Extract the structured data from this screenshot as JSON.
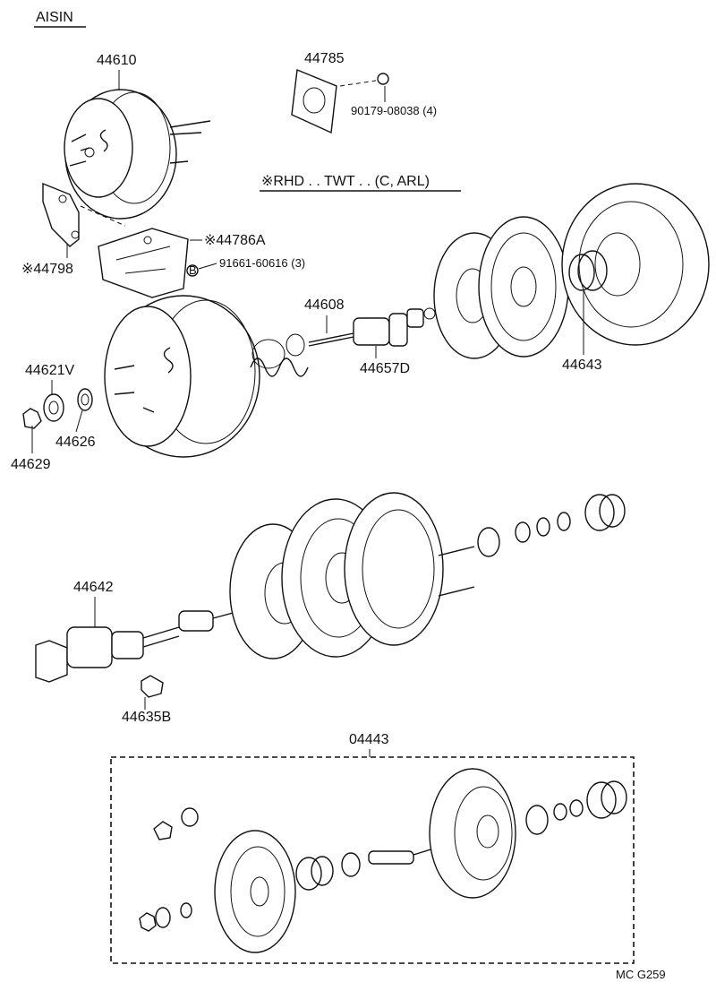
{
  "header": {
    "brand": "AISIN",
    "variant_note": "※RHD . . TWT . . (C, ARL)"
  },
  "parts": {
    "p44610": "44610",
    "p44785": "44785",
    "p90179": "90179-08038 (4)",
    "p44786A": "※44786A",
    "p44798": "※44798",
    "p91661": "91661-60616 (3)",
    "p44608": "44608",
    "p44657D": "44657D",
    "p44643": "44643",
    "p44621V": "44621V",
    "p44626": "44626",
    "p44629": "44629",
    "p44642": "44642",
    "p44635B": "44635B",
    "p04443": "04443"
  },
  "footer": {
    "code": "MC   G259"
  }
}
